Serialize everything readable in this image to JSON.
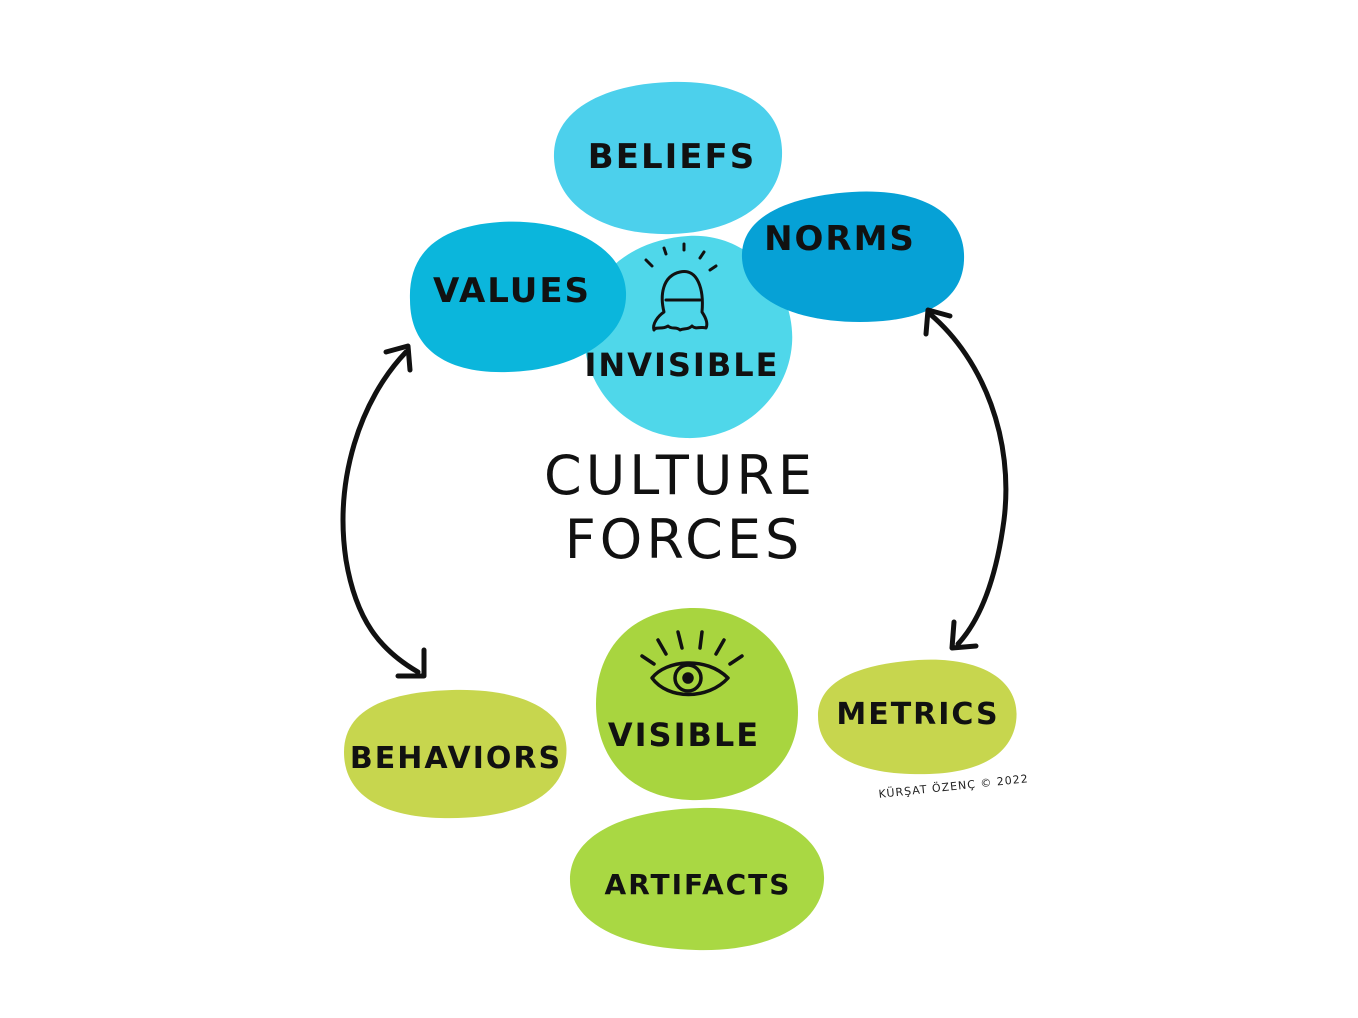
{
  "title": {
    "line1": "CULTURE",
    "line2": "FORCES"
  },
  "invisible_group": {
    "center_label": "INVISIBLE",
    "center_icon": "ghost-icon",
    "items": [
      {
        "label": "BELIEFS"
      },
      {
        "label": "VALUES"
      },
      {
        "label": "NORMS"
      }
    ]
  },
  "visible_group": {
    "center_label": "VISIBLE",
    "center_icon": "eye-icon",
    "items": [
      {
        "label": "BEHAVIORS"
      },
      {
        "label": "METRICS"
      },
      {
        "label": "ARTIFACTS"
      }
    ]
  },
  "credit": "KÜRŞAT ÖZENÇ © 2022",
  "colors": {
    "beliefs": "#4cd0ec",
    "values": "#0bb6dc",
    "norms": "#06a1d6",
    "invisible": "#4fd7ea",
    "visible": "#a8d53f",
    "behaviors": "#c7d64e",
    "metrics": "#c7d64e",
    "artifacts": "#a9d843",
    "ink": "#111111"
  }
}
